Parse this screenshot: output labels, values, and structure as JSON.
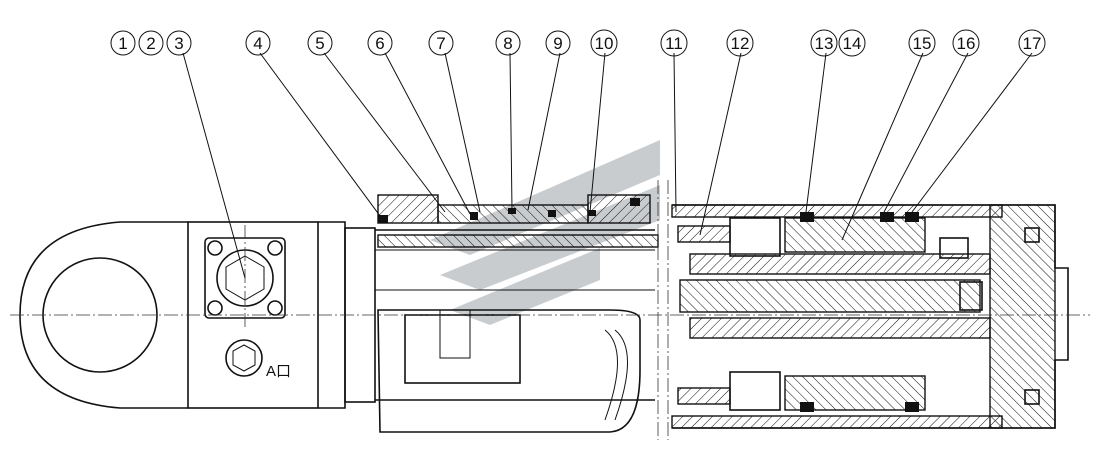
{
  "diagram": {
    "callouts": [
      "1",
      "2",
      "3",
      "4",
      "5",
      "6",
      "7",
      "8",
      "9",
      "10",
      "11",
      "12",
      "13",
      "14",
      "15",
      "16",
      "17"
    ],
    "port_label": "A口",
    "colors": {
      "line": "#111111",
      "watermark": "#b9bdc2",
      "background": "#ffffff"
    }
  }
}
